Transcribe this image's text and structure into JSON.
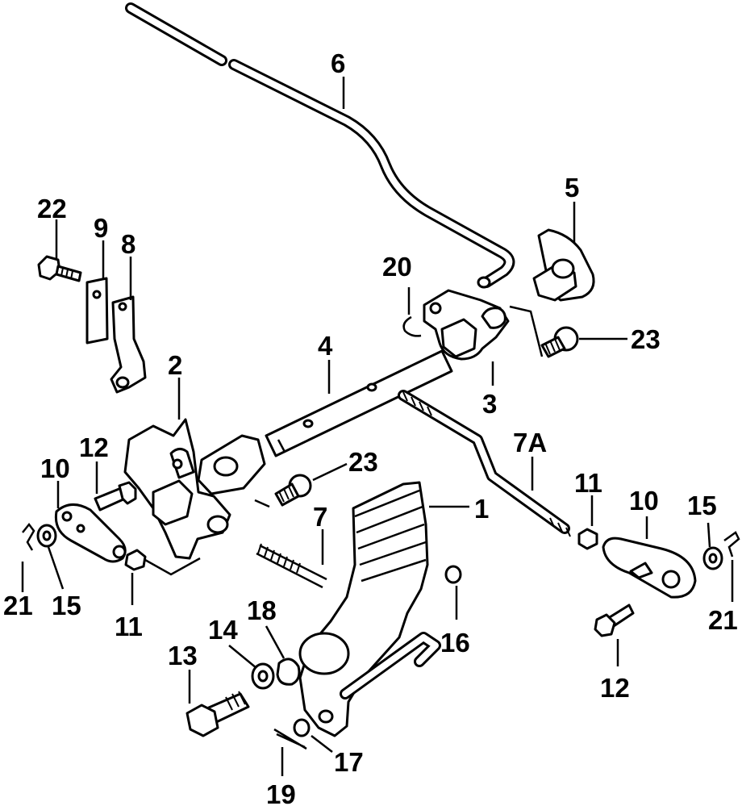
{
  "diagram": {
    "callouts": {
      "c1": "1",
      "c2": "2",
      "c3": "3",
      "c4": "4",
      "c5": "5",
      "c6": "6",
      "c7": "7",
      "c7a": "7A",
      "c8": "8",
      "c9": "9",
      "c10_left": "10",
      "c10_right": "10",
      "c11_top": "11",
      "c11_bottom": "11",
      "c12_left": "12",
      "c12_right": "12",
      "c13": "13",
      "c14": "14",
      "c15_left": "15",
      "c15_right": "15",
      "c16": "16",
      "c17": "17",
      "c18": "18",
      "c19": "19",
      "c20": "20",
      "c21_left": "21",
      "c21_right": "21",
      "c22": "22",
      "c23_top": "23",
      "c23_mid": "23"
    }
  }
}
